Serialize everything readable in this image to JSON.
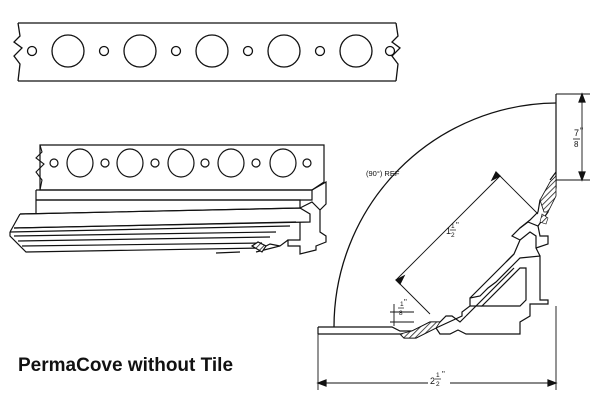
{
  "caption": "PermaCove without Tile",
  "labels": {
    "ref_angle": "(90°) REF",
    "dim_depth_num": "7",
    "dim_depth_den": "8",
    "dim_depth_unit": "\"",
    "dim_diag_whole": "1",
    "dim_diag_num": "1",
    "dim_diag_den": "2",
    "dim_diag_unit": "\"",
    "dim_small_num": "1",
    "dim_small_den": "8",
    "dim_small_unit": "\"",
    "dim_width_whole": "2",
    "dim_width_num": "1",
    "dim_width_den": "2",
    "dim_width_unit": "\""
  }
}
